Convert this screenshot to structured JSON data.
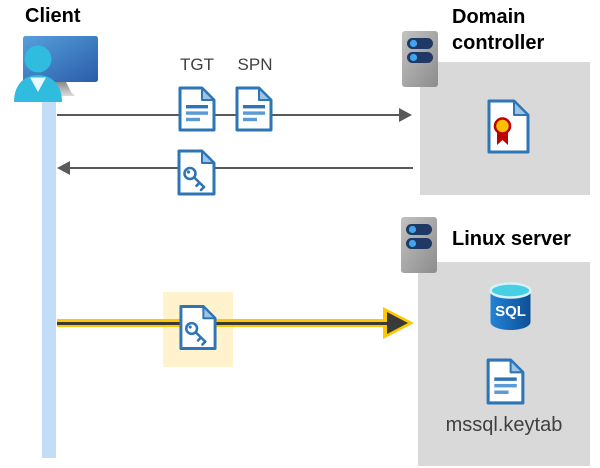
{
  "client": {
    "label": "Client"
  },
  "tickets": {
    "tgt": "TGT",
    "spn": "SPN"
  },
  "domain_controller": {
    "label": "Domain controller"
  },
  "linux_server": {
    "label": "Linux server",
    "sql_badge": "SQL",
    "keytab_file": "mssql.keytab"
  },
  "colors": {
    "container_box": "#D9D9D9",
    "highlight_box": "#FFF2CC",
    "highlight_arrow": "#FFC700",
    "flow_arrow": "#595959",
    "document_blue": "#2E75B6",
    "document_blue_light": "#9DC3E6",
    "lifeline_blue": "#C3DCF8",
    "person_cyan": "#2FBCDE",
    "server_slot_navy": "#1F3864",
    "server_led_blue": "#41A5EE",
    "sql_cylinder_blue": "#0E4F96",
    "sql_cylinder_top": "#49CFE3",
    "certificate_gold": "#FFC000",
    "certificate_ribbon_red": "#C00000"
  }
}
